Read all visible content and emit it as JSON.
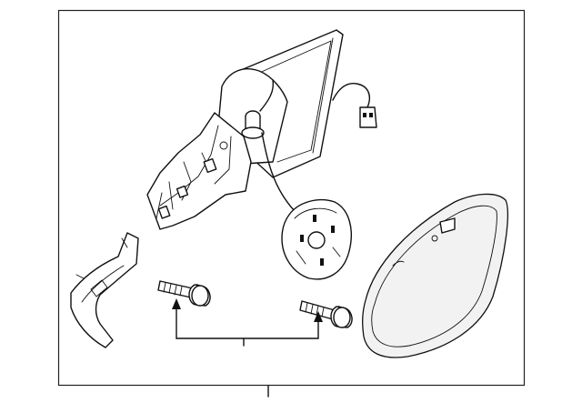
{
  "diagram": {
    "type": "exploded-parts-view",
    "parts": [
      "mirror-housing-base",
      "wiring-harness-connector",
      "actuator-motor",
      "mirror-glass",
      "cover-cap",
      "mounting-bolt-left",
      "mounting-bolt-right"
    ],
    "callout_labels": []
  },
  "colors": {
    "line": "#111111",
    "background": "#ffffff",
    "frame": "#222222"
  }
}
